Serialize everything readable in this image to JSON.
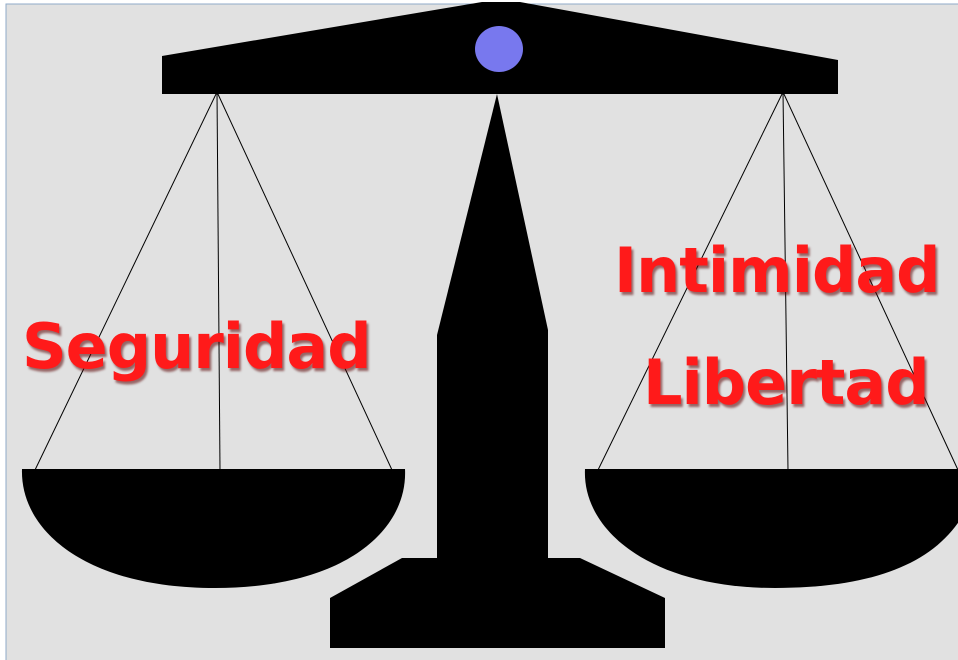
{
  "labels": {
    "left_pan": "Seguridad",
    "right_pan_line1": "Intimidad",
    "right_pan_line2": "Libertad"
  },
  "colors": {
    "background": "#e1e1e1",
    "frame_border": "#8faac8",
    "scale": "#000000",
    "pivot": "#7878ee",
    "label_text": "#ff1a1a"
  }
}
